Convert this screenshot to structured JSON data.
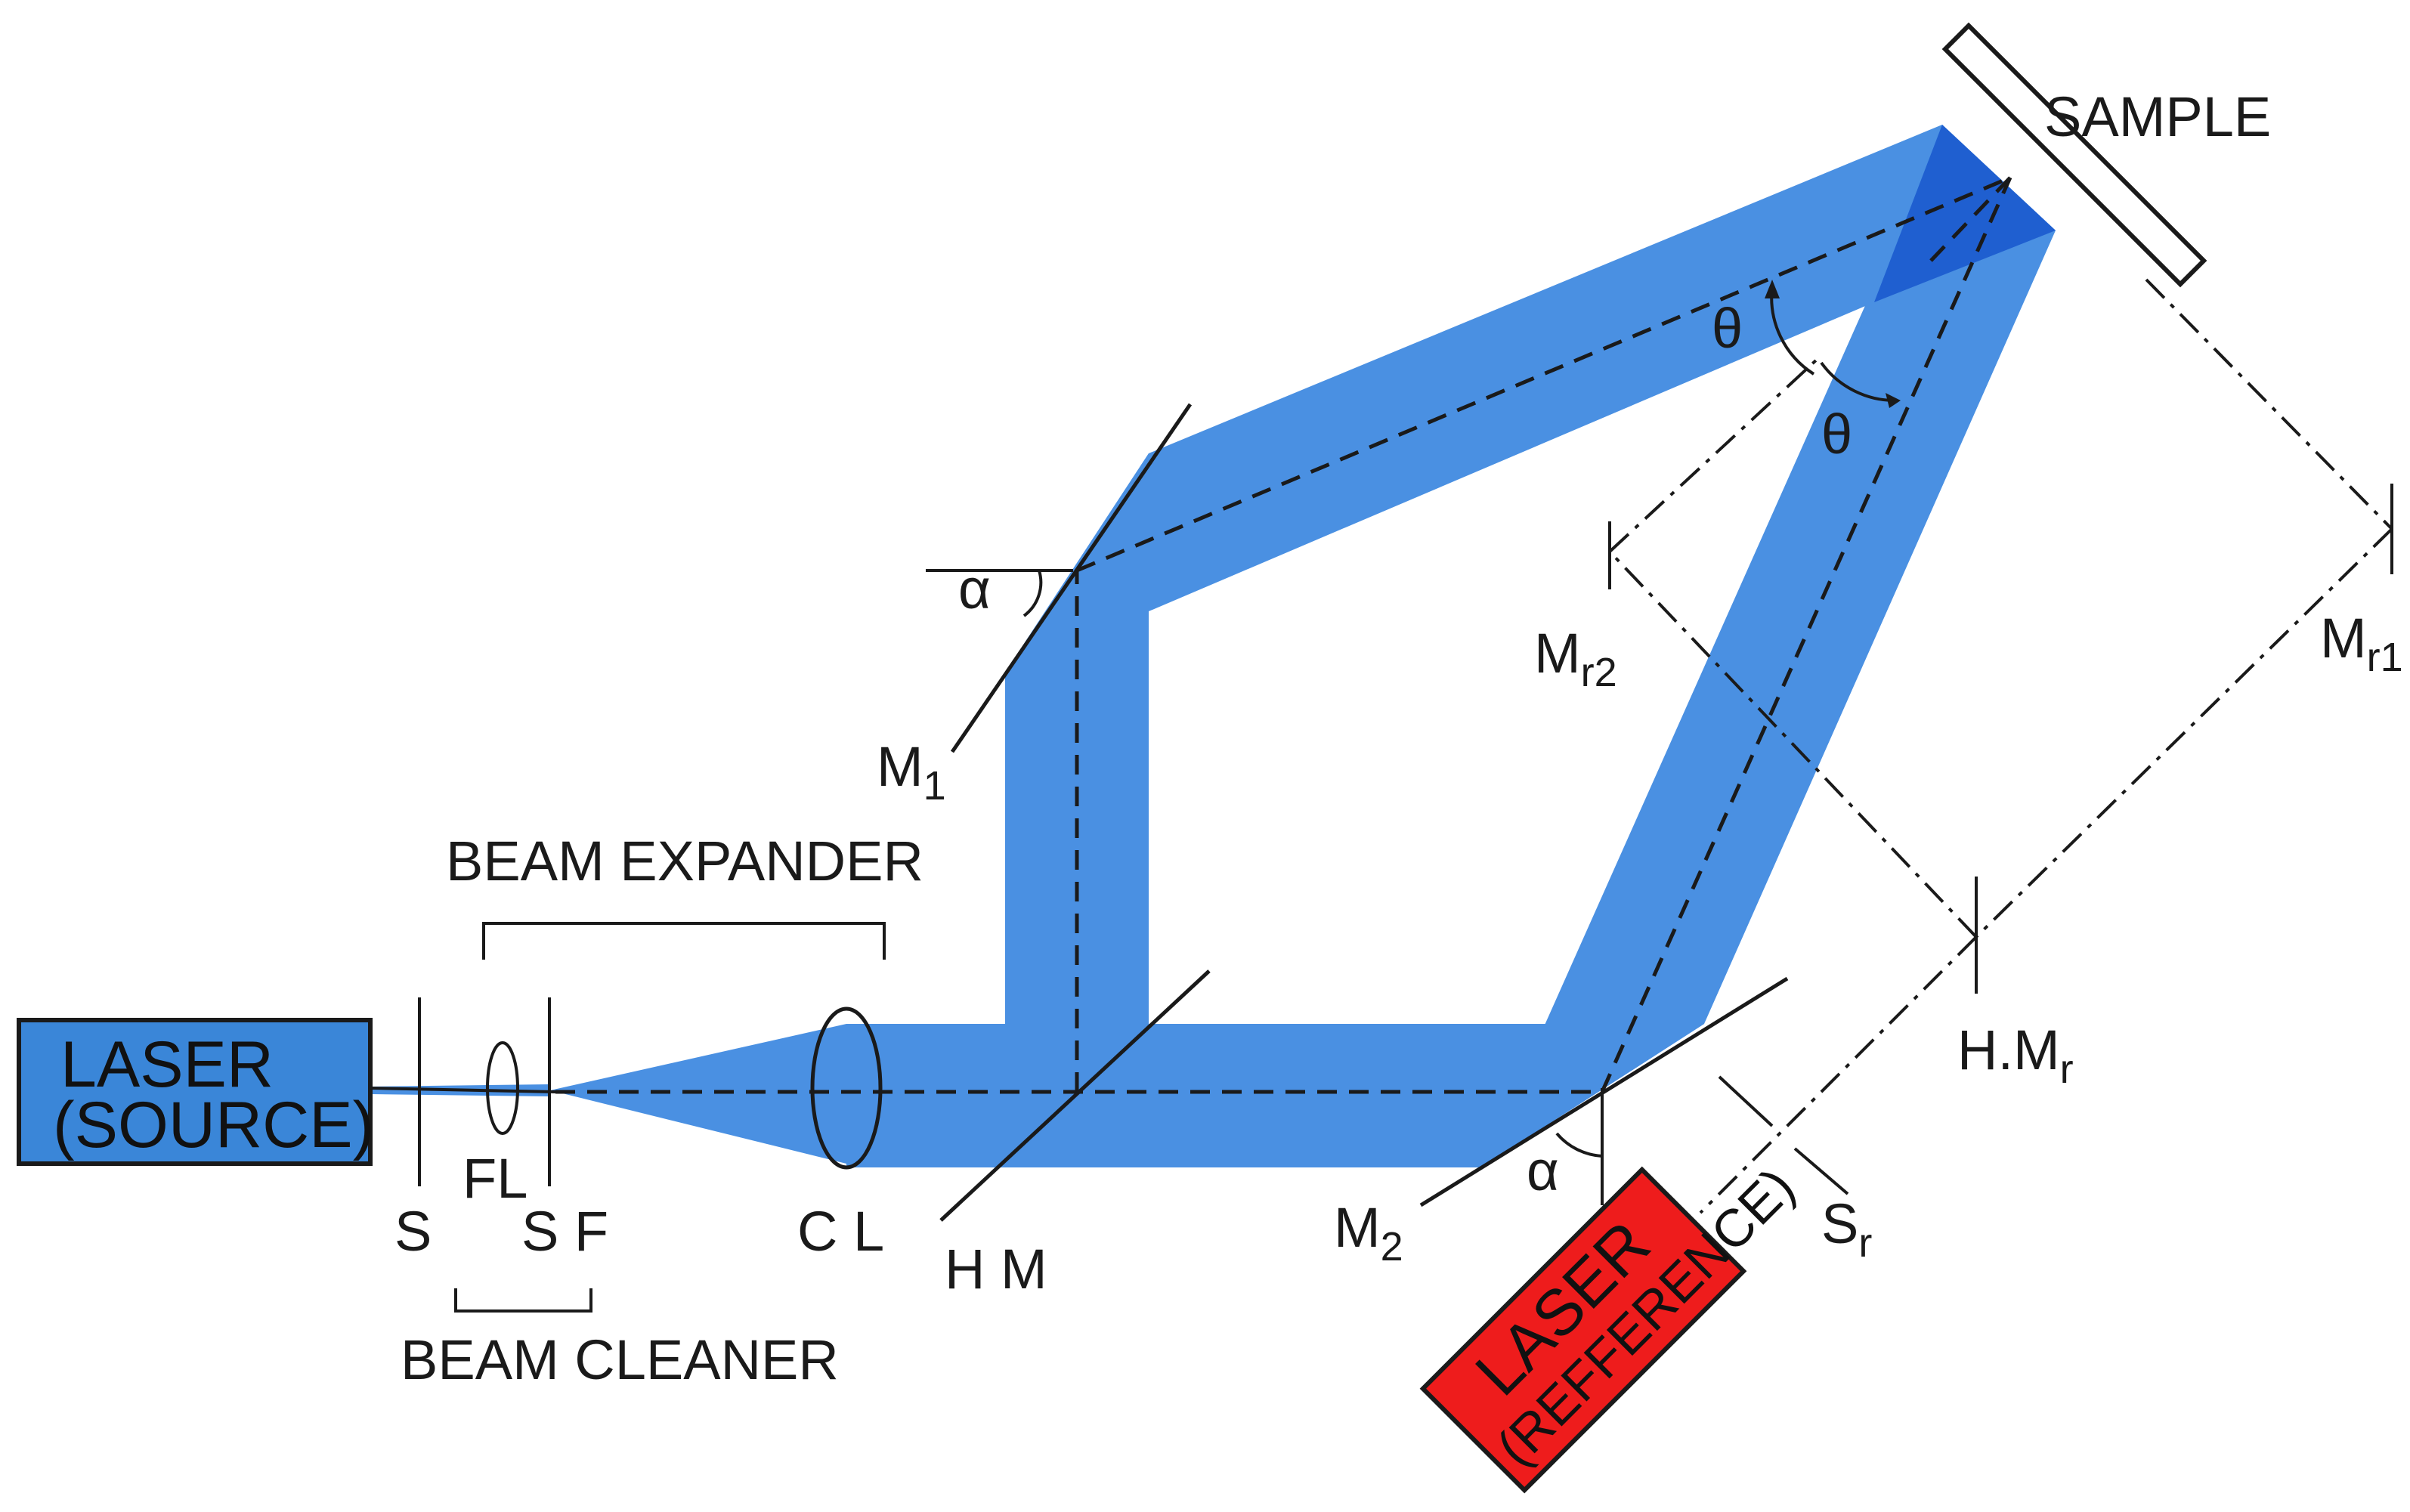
{
  "colors": {
    "beam": "#4a90e2",
    "beam_dark": "#1f5fd0",
    "source_box": "#3a86d8",
    "reference_box": "#ee1c1c",
    "line": "#1a1a1a"
  },
  "labels": {
    "sample": "SAMPLE",
    "source_line1": "LASER",
    "source_line2": "(SOURCE)",
    "reference_line1": "LASER",
    "reference_line2": "(REFFERENCE)",
    "beam_expander": "BEAM EXPANDER",
    "beam_cleaner": "BEAM CLEANER",
    "s": "S",
    "fl": "FL",
    "sf": "S F",
    "cl": "C L",
    "hm": "H M",
    "m1": "M",
    "m1_sub": "1",
    "m2": "M",
    "m2_sub": "2",
    "mr1": "M",
    "mr1_sub": "r1",
    "mr2": "M",
    "mr2_sub": "r2",
    "hmr": "H.M",
    "hmr_sub": "r",
    "sr": "S",
    "sr_sub": "r",
    "alpha_top": "α",
    "alpha_bottom": "α",
    "theta_top": "θ",
    "theta_bottom": "θ"
  }
}
